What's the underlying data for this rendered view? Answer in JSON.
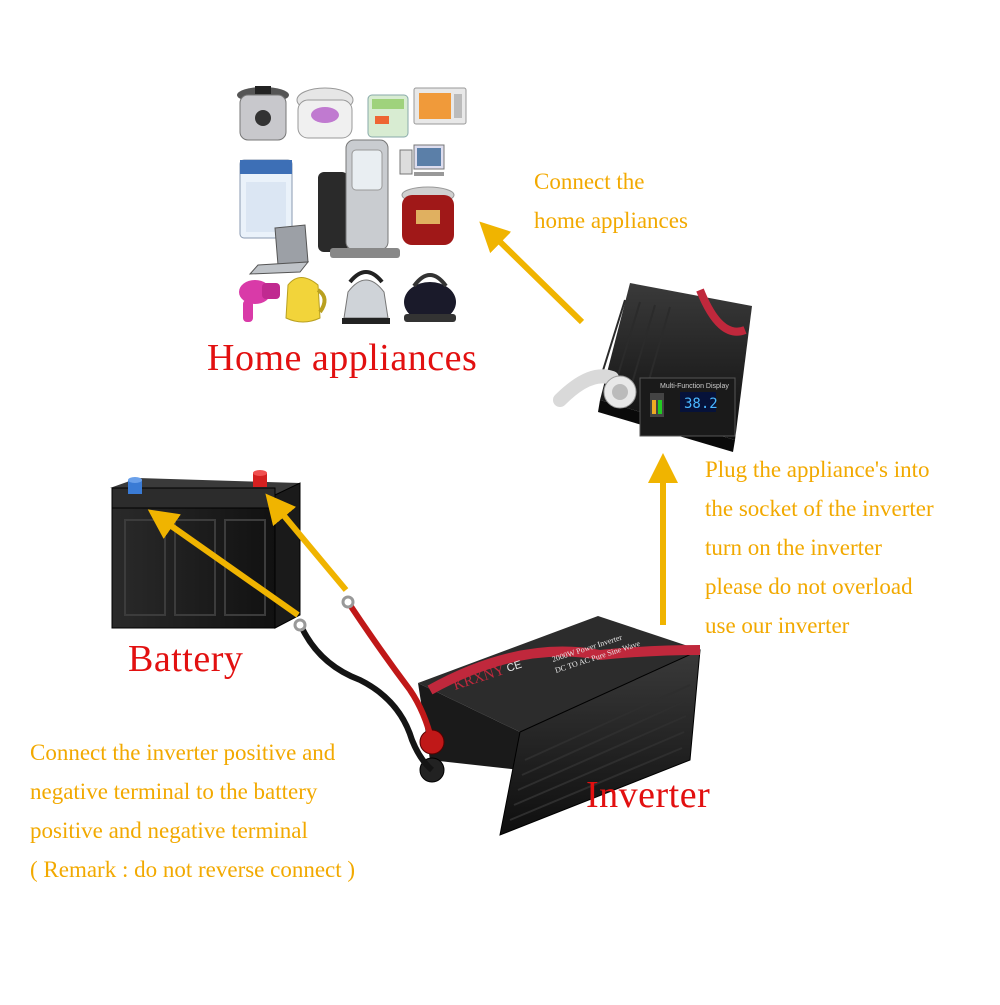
{
  "labels": {
    "home_appliances": "Home appliances",
    "battery": "Battery",
    "inverter": "Inverter"
  },
  "notes": {
    "connect_home": [
      "Connect the",
      "home appliances"
    ],
    "plug_in": [
      "Plug the appliance's into",
      "the socket of the inverter",
      "turn on the inverter",
      "please do not overload",
      "use our inverter"
    ],
    "connect_terminals": [
      "Connect the inverter positive and",
      "negative terminal to the battery",
      "positive and negative terminal",
      "( Remark : do not reverse connect )"
    ]
  },
  "inverter": {
    "brand": "KRXNY",
    "cert": "CE",
    "model_line1": "2000W Power Inverter",
    "model_line2": "DC TO AC Pure Sine Wave",
    "display_label": "Multi-Function Display",
    "display_value": "38.2"
  },
  "colors": {
    "title_red": "#e21010",
    "note_amber": "#f2a900",
    "arrow": "#f0b400",
    "body_dark": "#1b1b1b",
    "stripe_red": "#c0283c"
  }
}
